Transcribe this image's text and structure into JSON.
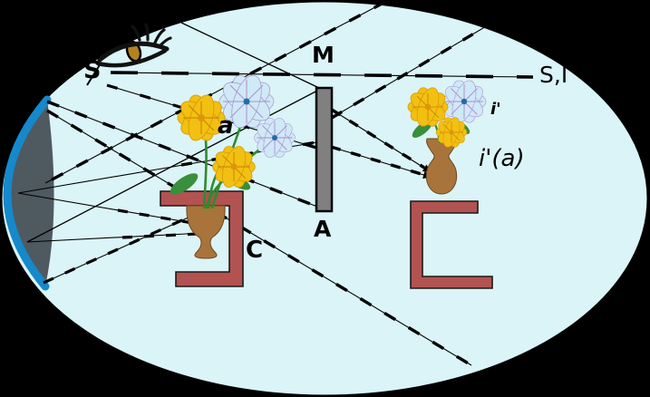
{
  "scene": {
    "description": "Optical diagram: a concave mirror forms a real image of a hidden flower vase; eye observes through aperture",
    "labels": {
      "source": "S",
      "mirror_plane": "M",
      "source_image": "S,I",
      "object": "a",
      "image_mark": "i'",
      "image": "i'(a)",
      "aperture": "A",
      "container": "C"
    },
    "icons": {
      "eye": "observer-eye-icon"
    },
    "colors": {
      "background": "#000000",
      "ellipse_fill": "#dbf4f7",
      "ellipse_stroke": "#000000",
      "mirror_arc_blue": "#1589cc",
      "mirror_body_gray": "#4e5a60",
      "aperture_gray": "#808080",
      "stand_red": "#b25351",
      "vase_brown": "#a8743c",
      "flower_yellow": "#f2c011",
      "flower_blue": "#cfe9f7",
      "flower_vein_purple": "#b08cc9",
      "leaf_green": "#2e8b2e",
      "ray_black": "#000000",
      "iris_gold": "#b5821f"
    }
  }
}
